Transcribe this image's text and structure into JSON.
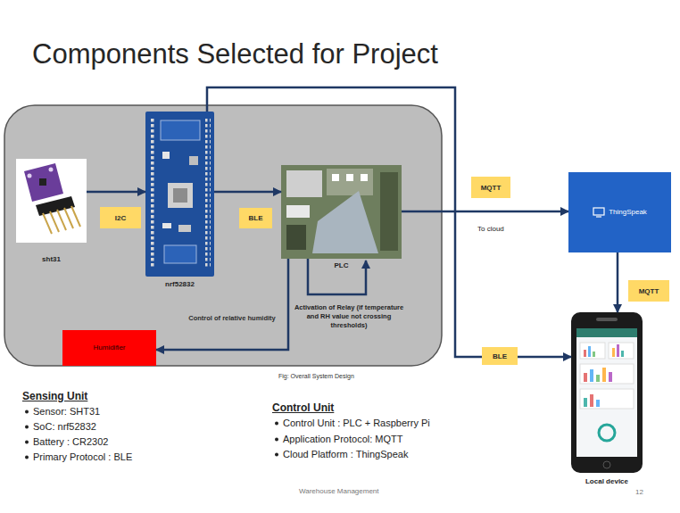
{
  "diagram": {
    "title": "Components Selected for Project",
    "caption": "Fig: Overall System Design",
    "nodes": [
      {
        "text": [
          "sht31"
        ]
      },
      {
        "text": [
          "nrf52832"
        ]
      },
      {
        "text": [
          "PLC"
        ]
      },
      {
        "text": [
          "ThingSpeak"
        ]
      },
      {
        "text": [
          "Humidifier"
        ]
      },
      {
        "text": [
          "Local device"
        ]
      }
    ],
    "edges": [
      {
        "from": 0,
        "to": 1,
        "label": "I2C",
        "arrow": "to"
      },
      {
        "from": 1,
        "to": 2,
        "label": "BLE",
        "arrow": "to"
      },
      {
        "from": 2,
        "to": 3,
        "label": "MQTT",
        "arrow": "to"
      },
      {
        "from": 1,
        "to": 5,
        "label": "BLE",
        "arrow": "to"
      },
      {
        "from": 3,
        "to": 5,
        "label": "MQTT",
        "arrow": "to"
      },
      {
        "from": 2,
        "to": 4,
        "label": "Control of relative humidity",
        "arrow": "to"
      }
    ],
    "labels": [
      "To cloud",
      "Activation of Relay (if temperature and RH value not crossing thresholds)",
      "Sensing Unit",
      "Sensor: SHT31",
      "SoC: nrf52832",
      "Battery : CR2302",
      "Primary Protocol : BLE",
      "Control Unit",
      "Control Unit : PLC + Raspberry Pi",
      "Application Protocol: MQTT",
      "Cloud Platform : ThingSpeak",
      "Warehouse Management",
      "12"
    ]
  }
}
